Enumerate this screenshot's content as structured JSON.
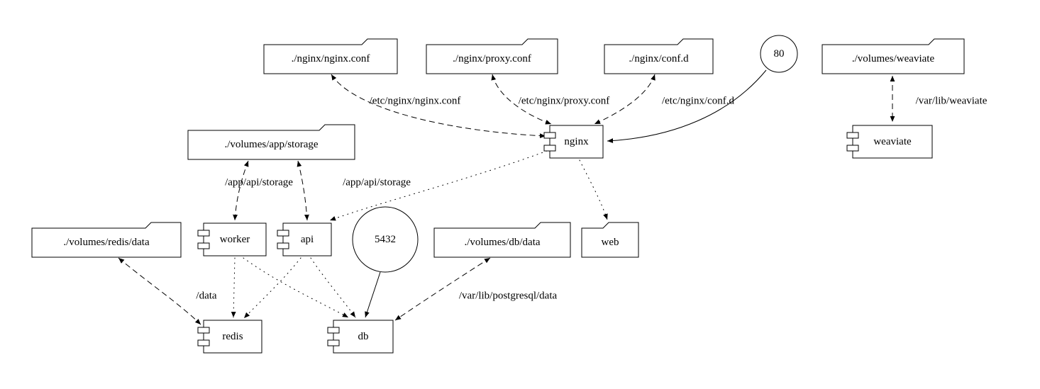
{
  "diagram": {
    "nodes": {
      "nginx_conf_volume": {
        "label": "./nginx/nginx.conf",
        "shape": "folder"
      },
      "proxy_conf_volume": {
        "label": "./nginx/proxy.conf",
        "shape": "folder"
      },
      "conf_d_volume": {
        "label": "./nginx/conf.d",
        "shape": "folder"
      },
      "port_80": {
        "label": "80",
        "shape": "circle"
      },
      "weaviate_volume": {
        "label": "./volumes/weaviate",
        "shape": "folder"
      },
      "app_storage_volume": {
        "label": "./volumes/app/storage",
        "shape": "folder"
      },
      "nginx_service": {
        "label": "nginx",
        "shape": "component"
      },
      "weaviate_service": {
        "label": "weaviate",
        "shape": "component"
      },
      "redis_data_volume": {
        "label": "./volumes/redis/data",
        "shape": "folder"
      },
      "worker_service": {
        "label": "worker",
        "shape": "component"
      },
      "api_service": {
        "label": "api",
        "shape": "component"
      },
      "port_5432": {
        "label": "5432",
        "shape": "circle"
      },
      "db_data_volume": {
        "label": "./volumes/db/data",
        "shape": "folder"
      },
      "web_volume": {
        "label": "web",
        "shape": "folder"
      },
      "redis_service": {
        "label": "redis",
        "shape": "component"
      },
      "db_service": {
        "label": "db",
        "shape": "component"
      }
    },
    "edge_labels": {
      "nginx_conf_mount": "/etc/nginx/nginx.conf",
      "proxy_conf_mount": "/etc/nginx/proxy.conf",
      "conf_d_mount": "/etc/nginx/conf.d",
      "weaviate_mount": "/var/lib/weaviate",
      "worker_storage_mount": "/app/api/storage",
      "api_storage_mount": "/app/api/storage",
      "redis_mount": "/data",
      "db_mount": "/var/lib/postgresql/data"
    },
    "edge_styles": {
      "bind_mount": "dashed",
      "depends_on": "dotted",
      "port": "solid"
    },
    "colors": {
      "stroke": "#000000",
      "background": "#ffffff"
    }
  }
}
